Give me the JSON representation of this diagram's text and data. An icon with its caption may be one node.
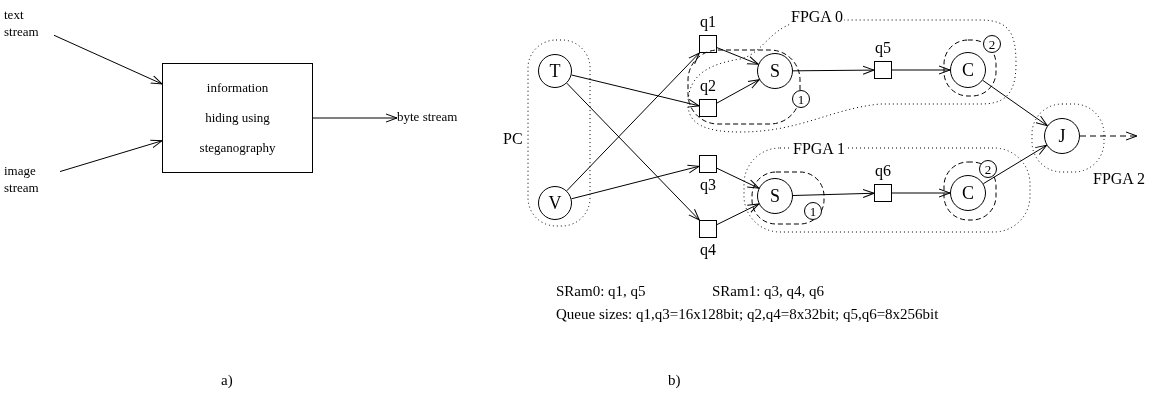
{
  "diagram": {
    "nodes": [
      {
        "text": [
          "text stream"
        ]
      },
      {
        "text": [
          "image stream"
        ]
      },
      {
        "text": [
          "information hiding using steganography"
        ]
      },
      {
        "text": [
          "byte stream"
        ]
      },
      {
        "text": [
          "PC"
        ]
      },
      {
        "text": [
          "T"
        ],
        "in": 4
      },
      {
        "text": [
          "V"
        ],
        "in": 4
      },
      {
        "text": [
          "q1"
        ]
      },
      {
        "text": [
          "FPGA 0"
        ]
      },
      {
        "text": [],
        "shape": "box",
        "in": 8
      },
      {
        "text": [
          "q2"
        ],
        "in": 9
      },
      {
        "text": [
          "S"
        ],
        "in": 9
      },
      {
        "text": [
          "1"
        ],
        "in": 9
      },
      {
        "text": [
          "q5"
        ],
        "in": 8
      },
      {
        "text": [],
        "shape": "box",
        "in": 8
      },
      {
        "text": [
          "C"
        ],
        "in": 14
      },
      {
        "text": [
          "2"
        ],
        "in": 14
      },
      {
        "text": [
          "q3"
        ]
      },
      {
        "text": [
          "q4"
        ]
      },
      {
        "text": [
          "FPGA 1"
        ]
      },
      {
        "text": [],
        "shape": "box",
        "in": 19
      },
      {
        "text": [
          "S"
        ],
        "in": 20
      },
      {
        "text": [
          "1"
        ],
        "in": 20
      },
      {
        "text": [
          "q6"
        ],
        "in": 19
      },
      {
        "text": [],
        "shape": "box",
        "in": 19
      },
      {
        "text": [
          "C"
        ],
        "in": 24
      },
      {
        "text": [
          "2"
        ],
        "in": 24
      },
      {
        "text": [
          "FPGA 2"
        ]
      },
      {
        "text": [
          "J"
        ],
        "in": 27
      }
    ],
    "edges": [
      {
        "from": 0,
        "to": 2,
        "arrow": "to"
      },
      {
        "from": 1,
        "to": 2,
        "arrow": "to"
      },
      {
        "from": 2,
        "to": 3,
        "arrow": "to"
      },
      {
        "from": 5,
        "to": 10,
        "arrow": "to"
      },
      {
        "from": 5,
        "to": 18,
        "arrow": "to"
      },
      {
        "from": 6,
        "to": 7,
        "arrow": "to"
      },
      {
        "from": 6,
        "to": 17,
        "arrow": "to"
      },
      {
        "from": 7,
        "to": 11,
        "arrow": "to"
      },
      {
        "from": 10,
        "to": 11,
        "arrow": "to"
      },
      {
        "from": 11,
        "to": 13,
        "arrow": "to"
      },
      {
        "from": 13,
        "to": 15,
        "arrow": "to"
      },
      {
        "from": 15,
        "to": 28,
        "arrow": "to"
      },
      {
        "from": 17,
        "to": 21,
        "arrow": "to"
      },
      {
        "from": 18,
        "to": 21,
        "arrow": "to"
      },
      {
        "from": 21,
        "to": 23,
        "arrow": "to"
      },
      {
        "from": 23,
        "to": 25,
        "arrow": "to"
      },
      {
        "from": 25,
        "to": 28,
        "arrow": "to"
      },
      {
        "from": 28,
        "to": null,
        "arrow": "to",
        "style": "dashed"
      }
    ],
    "labels": [
      "SRam0: q1, q5",
      "SRam1: q3, q4, q6",
      "Queue sizes: q1,q3=16x128bit; q2,q4=8x32bit; q5,q6=8x256bit",
      "a)",
      "b)"
    ]
  }
}
